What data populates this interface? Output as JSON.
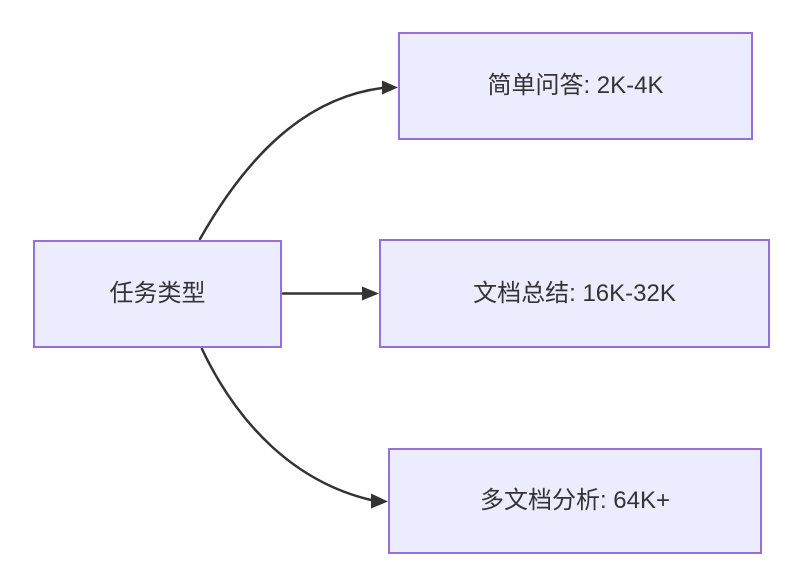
{
  "diagram": {
    "type": "flowchart",
    "direction": "left-to-right",
    "root_node": {
      "label": "任务类型"
    },
    "branch_nodes": [
      {
        "label": "简单问答: 2K-4K"
      },
      {
        "label": "文档总结: 16K-32K"
      },
      {
        "label": "多文档分析: 64K+"
      }
    ],
    "edges": [
      {
        "from": "任务类型",
        "to": "简单问答: 2K-4K"
      },
      {
        "from": "任务类型",
        "to": "文档总结: 16K-32K"
      },
      {
        "from": "任务类型",
        "to": "多文档分析: 64K+"
      }
    ],
    "colors": {
      "node_fill": "#ECECFF",
      "node_border": "#9370DB",
      "edge": "#333333",
      "text": "#333333",
      "background": "#FFFFFF"
    }
  }
}
